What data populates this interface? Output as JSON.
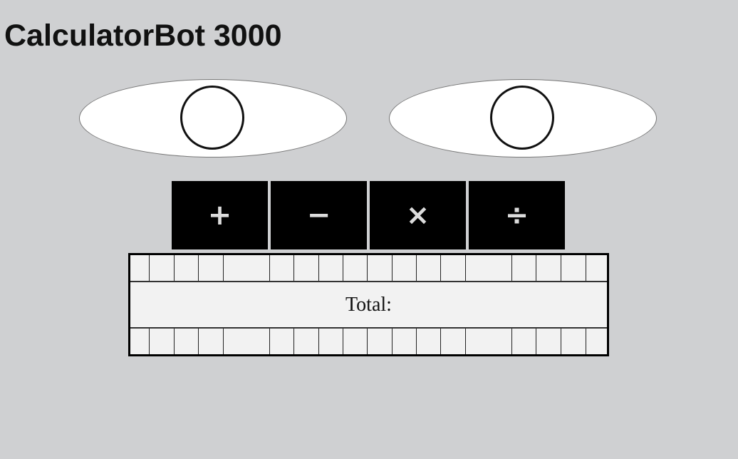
{
  "app": {
    "title": "CalculatorBot 3000"
  },
  "operators": [
    {
      "label": "+",
      "op": "add"
    },
    {
      "label": "−",
      "op": "subtract"
    },
    {
      "label": "×",
      "op": "multiply"
    },
    {
      "label": "÷",
      "op": "divide"
    }
  ],
  "display": {
    "total_label": "Total:"
  },
  "colors": {
    "background": "#cfd0d2",
    "button_bg": "#000000",
    "button_text": "#dcdcdc",
    "mouth_bg": "#f2f2f2"
  }
}
